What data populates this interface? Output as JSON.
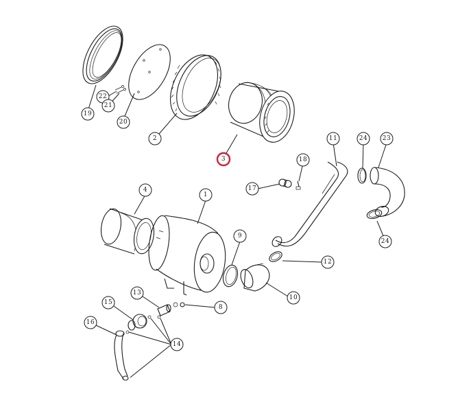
{
  "callouts": [
    {
      "id": "c19",
      "label": "19"
    },
    {
      "id": "c22",
      "label": "22"
    },
    {
      "id": "c21",
      "label": "21"
    },
    {
      "id": "c20",
      "label": "20"
    },
    {
      "id": "c2a",
      "label": "2"
    },
    {
      "id": "c3",
      "label": "3",
      "highlighted": true
    },
    {
      "id": "c11",
      "label": "11"
    },
    {
      "id": "c24a",
      "label": "24"
    },
    {
      "id": "c23",
      "label": "23"
    },
    {
      "id": "c18",
      "label": "18"
    },
    {
      "id": "c17",
      "label": "17"
    },
    {
      "id": "c4",
      "label": "4"
    },
    {
      "id": "c1",
      "label": "1"
    },
    {
      "id": "c9",
      "label": "9"
    },
    {
      "id": "c24b",
      "label": "24"
    },
    {
      "id": "c12",
      "label": "12"
    },
    {
      "id": "c10",
      "label": "10"
    },
    {
      "id": "c13",
      "label": "13"
    },
    {
      "id": "c8",
      "label": "8"
    },
    {
      "id": "c15",
      "label": "15"
    },
    {
      "id": "c16",
      "label": "16"
    },
    {
      "id": "c14",
      "label": "14"
    }
  ],
  "colors": {
    "line": "#1a1a1a",
    "highlight": "#d0203a",
    "background": "#ffffff"
  }
}
